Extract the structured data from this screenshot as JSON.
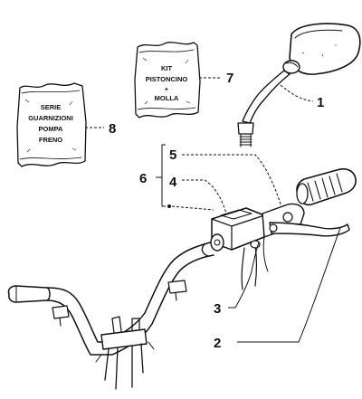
{
  "callouts": {
    "c1": "1",
    "c2": "2",
    "c3": "3",
    "c4": "4",
    "c5": "5",
    "c6": "6",
    "c7": "7",
    "c8": "8"
  },
  "kit_piston": {
    "line1": "KIT",
    "line2": "PISTONCINO",
    "line3": "+",
    "line4": "MOLLA"
  },
  "brake_seals": {
    "line1": "SERIE",
    "line2": "GUARNIZIONI",
    "line3": "POMPA",
    "line4": "FRENO"
  }
}
